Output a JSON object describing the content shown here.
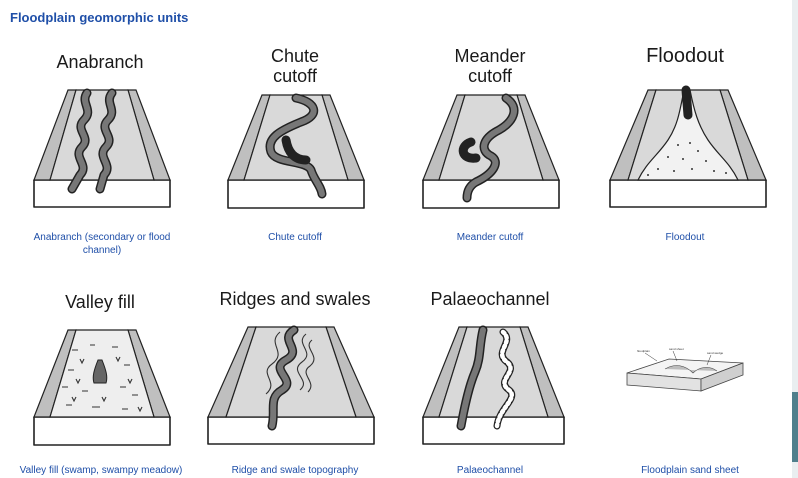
{
  "title": "Floodplain geomorphic units",
  "units": [
    {
      "heading": "Anabranch",
      "caption": "Anabranch (secondary or flood channel)",
      "icon": "anabranch-diagram"
    },
    {
      "heading": "Chute\ncutoff",
      "caption": "Chute cutoff",
      "icon": "chute-cutoff-diagram"
    },
    {
      "heading": "Meander\ncutoff",
      "caption": "Meander cutoff",
      "icon": "meander-cutoff-diagram"
    },
    {
      "heading": "Floodout",
      "caption": "Floodout",
      "icon": "floodout-diagram"
    },
    {
      "heading": "Valley fill",
      "caption": "Valley fill (swamp, swampy meadow)",
      "icon": "valley-fill-diagram"
    },
    {
      "heading": "Ridges and swales",
      "caption": "Ridge and swale topography",
      "icon": "ridges-swales-diagram"
    },
    {
      "heading": "Palaeochannel",
      "caption": "Palaeochannel",
      "icon": "palaeochannel-diagram"
    },
    {
      "heading": "",
      "caption": "Floodplain sand sheet",
      "icon": "sand-sheet-diagram"
    }
  ],
  "colors": {
    "title": "#1f4fa8",
    "caption": "#1f4fa8",
    "accent": "#4f7f8c"
  }
}
